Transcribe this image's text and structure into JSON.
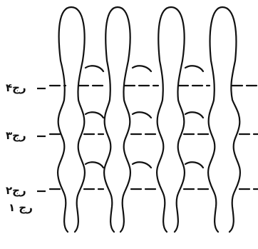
{
  "diagram": {
    "row_labels": [
      {
        "id": "row-4",
        "text": "رج۴"
      },
      {
        "id": "row-3",
        "text": "رج۳"
      },
      {
        "id": "row-2",
        "text": "رج۲"
      },
      {
        "id": "row-1",
        "text": "رج ۱"
      }
    ],
    "ink_color": "#111111"
  }
}
